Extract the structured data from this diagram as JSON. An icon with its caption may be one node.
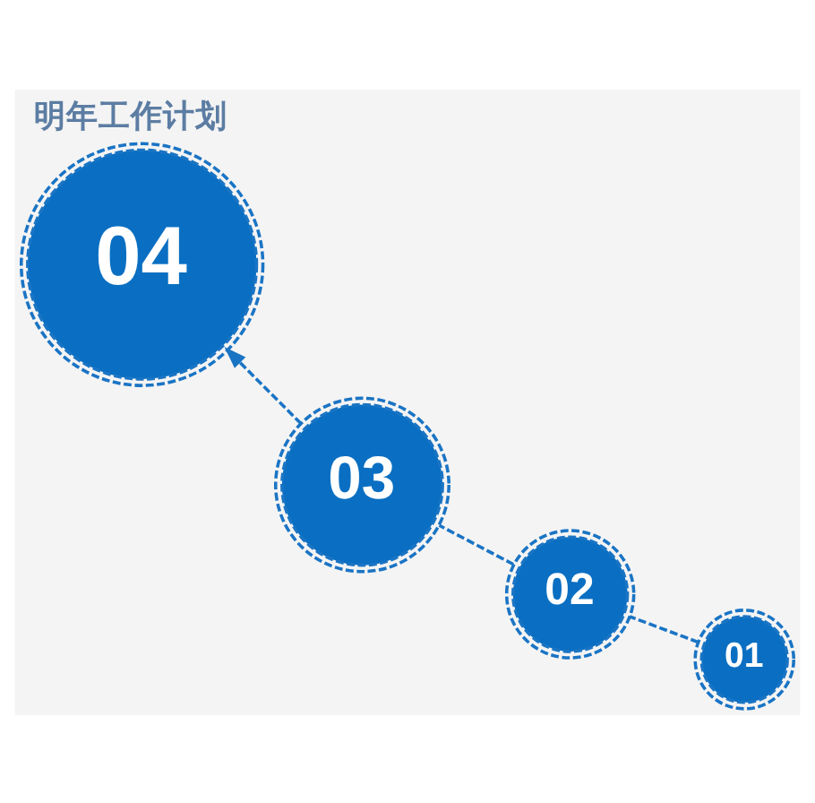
{
  "diagram": {
    "title": "明年工作计划",
    "nodes": [
      {
        "text": [
          "04"
        ]
      },
      {
        "text": [
          "03"
        ]
      },
      {
        "text": [
          "02"
        ]
      },
      {
        "text": [
          "01"
        ]
      }
    ],
    "edges": [
      {
        "from": 3,
        "to": 2,
        "arrow": "none",
        "style": "dashed"
      },
      {
        "from": 2,
        "to": 1,
        "arrow": "none",
        "style": "dashed"
      },
      {
        "from": 1,
        "to": 0,
        "arrow": "to",
        "style": "dashed"
      }
    ]
  }
}
